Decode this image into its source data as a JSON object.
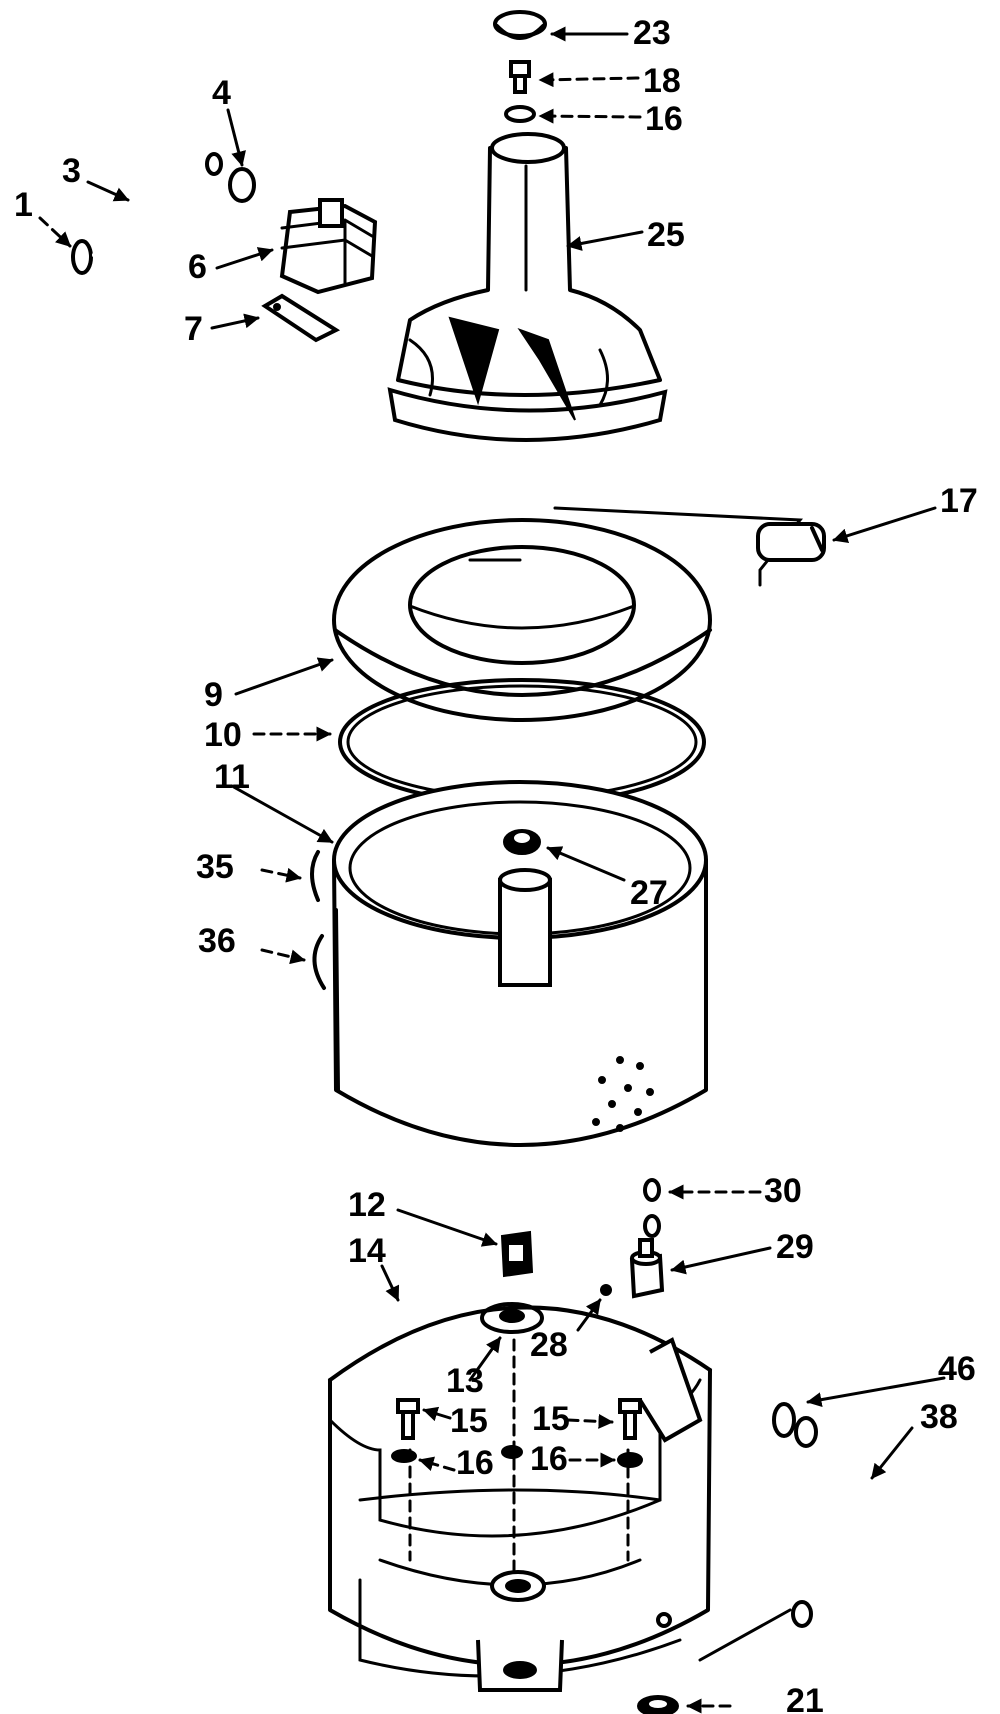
{
  "labels": {
    "p1": "1",
    "p3": "3",
    "p4": "4",
    "p6": "6",
    "p7": "7",
    "p9": "9",
    "p10": "10",
    "p11": "11",
    "p12": "12",
    "p13": "13",
    "p14": "14",
    "p15a": "15",
    "p15b": "15",
    "p16a": "16",
    "p16b": "16",
    "p16c": "16",
    "p17": "17",
    "p18": "18",
    "p21": "21",
    "p23": "23",
    "p25": "25",
    "p27": "27",
    "p28": "28",
    "p29": "29",
    "p30": "30",
    "p35": "35",
    "p36": "36",
    "p38": "38",
    "p46": "46"
  }
}
